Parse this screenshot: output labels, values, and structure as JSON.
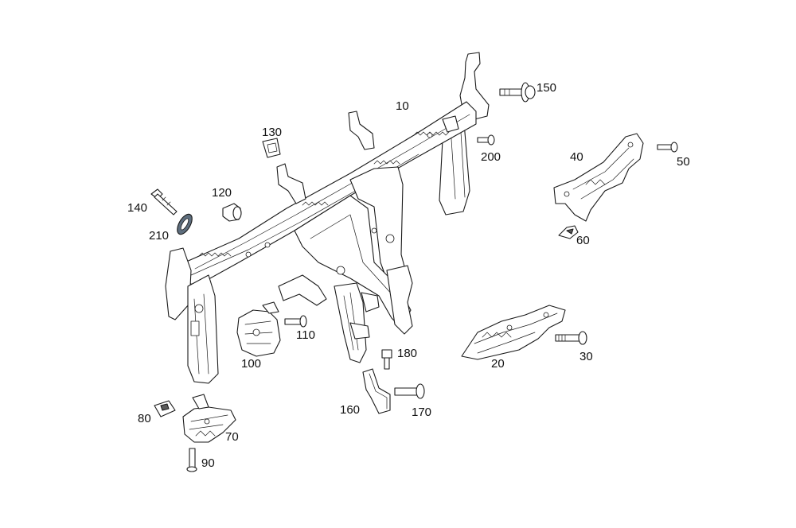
{
  "labels": {
    "p10": "10",
    "p20": "20",
    "p30": "30",
    "p40": "40",
    "p50": "50",
    "p60": "60",
    "p70": "70",
    "p80": "80",
    "p90": "90",
    "p100": "100",
    "p110": "110",
    "p120": "120",
    "p130": "130",
    "p140": "140",
    "p150": "150",
    "p160": "160",
    "p170": "170",
    "p180": "180",
    "p200": "200",
    "p210": "210"
  },
  "colors": {
    "background": "#ffffff",
    "line": "#1a1a1a",
    "washer_accent": "#5e6e7e"
  }
}
